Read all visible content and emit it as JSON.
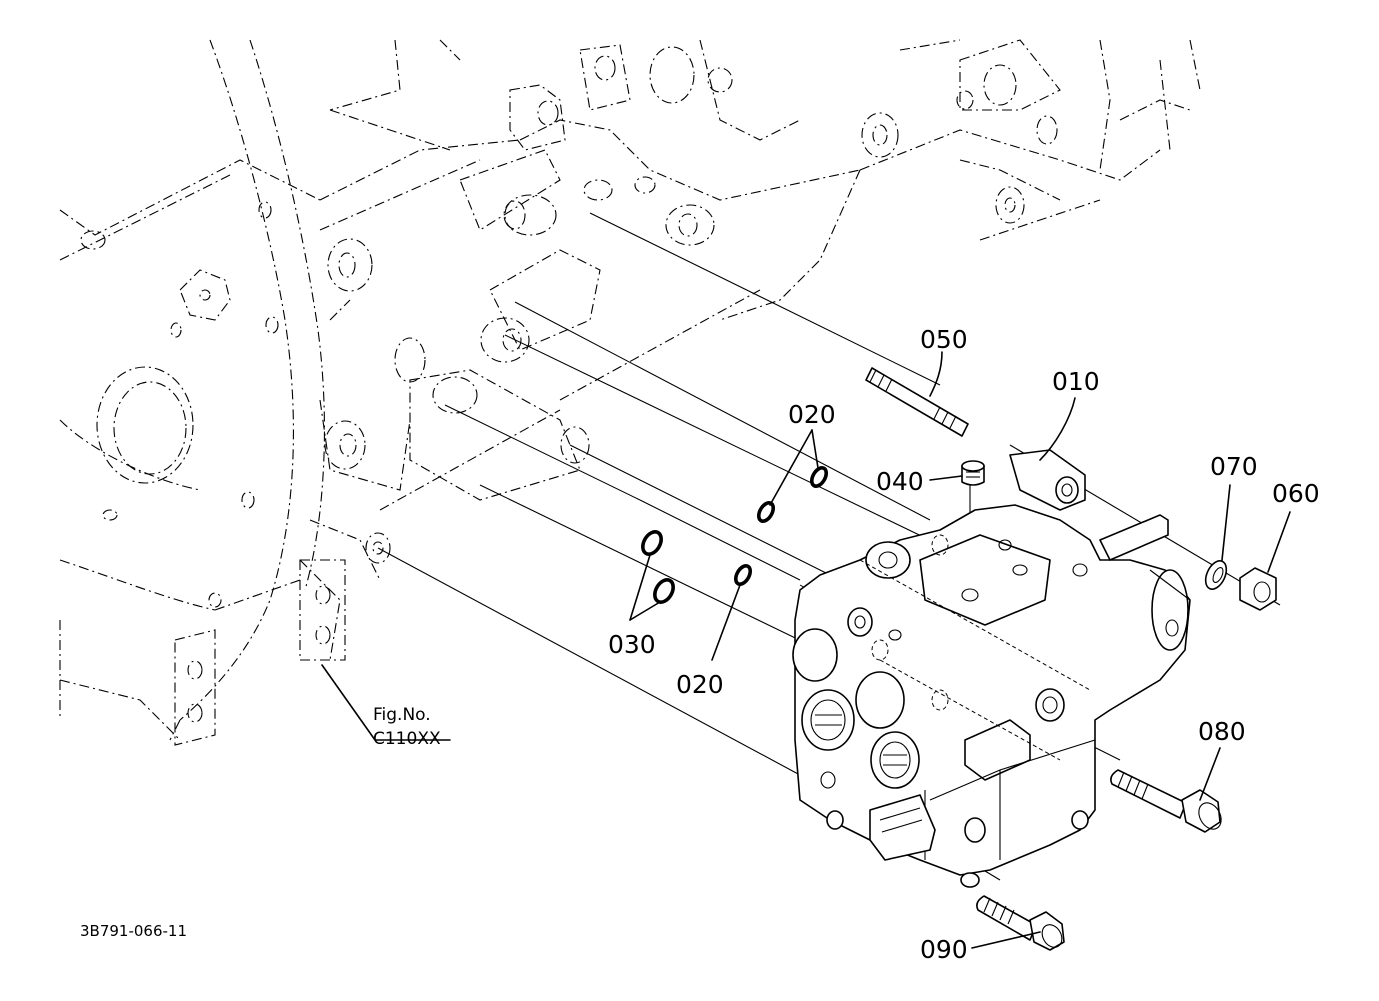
{
  "callouts": {
    "c050": "050",
    "c010": "010",
    "c020a": "020",
    "c040": "040",
    "c070": "070",
    "c060": "060",
    "c030": "030",
    "c020b": "020",
    "c080": "080",
    "c090": "090"
  },
  "figure_ref": {
    "line1": "Fig.No.",
    "line2": "C110XX"
  },
  "drawing_code": "3B791-066-11"
}
